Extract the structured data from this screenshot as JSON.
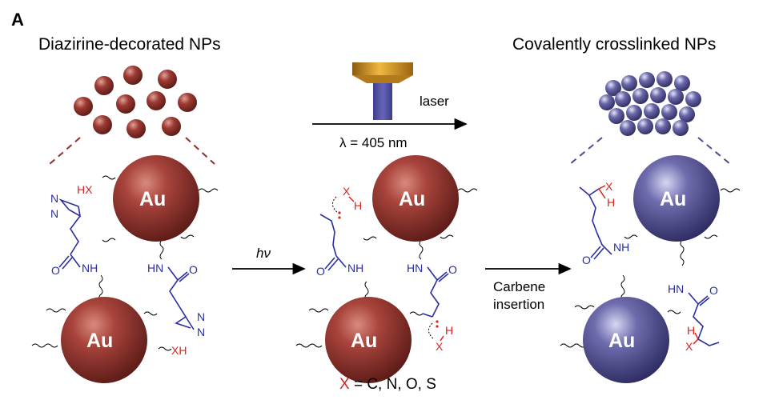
{
  "panel_letter": "A",
  "left_title": "Diazirine-decorated NPs",
  "right_title": "Covalently crosslinked NPs",
  "laser_label": "laser",
  "wavelength_label": "λ = 405 nm",
  "hv_label": "hν",
  "step2_line1": "Carbene",
  "step2_line2": "insertion",
  "x_def": {
    "x": "X",
    "rest": " = C, N, O, S"
  },
  "chem": {
    "au": "Au",
    "hx": "HX",
    "xh": "XH",
    "x": "X",
    "h": "H",
    "nh": "NH",
    "hn": "HN",
    "o": "O",
    "n": "N"
  },
  "colors": {
    "red_np": "#8e2f2a",
    "purple_np": "#5a5a9a",
    "blue_chem": "#2a2ea0",
    "red_text": "#e0201a",
    "laser_gold": "#d8961c",
    "laser_beam": "#5250a6"
  }
}
